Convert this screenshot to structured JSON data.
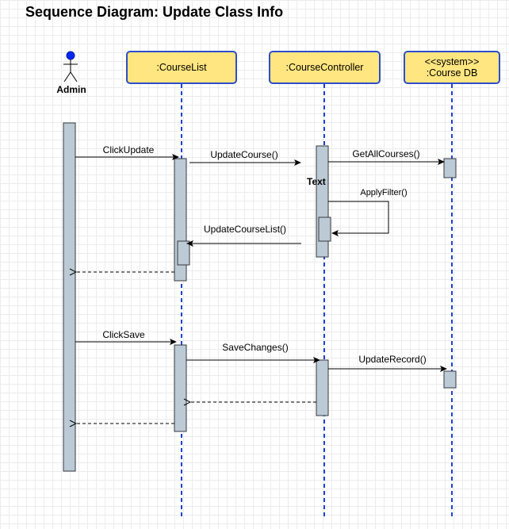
{
  "title": "Sequence Diagram: Update Class Info",
  "actor": {
    "label": "Admin"
  },
  "lifelines": {
    "course_list": ":CourseList",
    "course_controller": ":CourseController",
    "course_db_stereotype": "<<system>>",
    "course_db_name": ":Course DB"
  },
  "messages": {
    "click_update": "ClickUpdate",
    "update_course": "UpdateCourse()",
    "get_all_courses": "GetAllCourses()",
    "apply_filter": "ApplyFilter()",
    "update_course_list": "UpdateCourseList()",
    "click_save": "ClickSave",
    "save_changes": "SaveChanges()",
    "update_record": "UpdateRecord()"
  },
  "note_text": "Text",
  "colors": {
    "lifeline_fill": "#ffe680",
    "lifeline_border": "#2d4ec9",
    "activation_fill": "#bccad6",
    "actor_head": "#0026ff"
  }
}
